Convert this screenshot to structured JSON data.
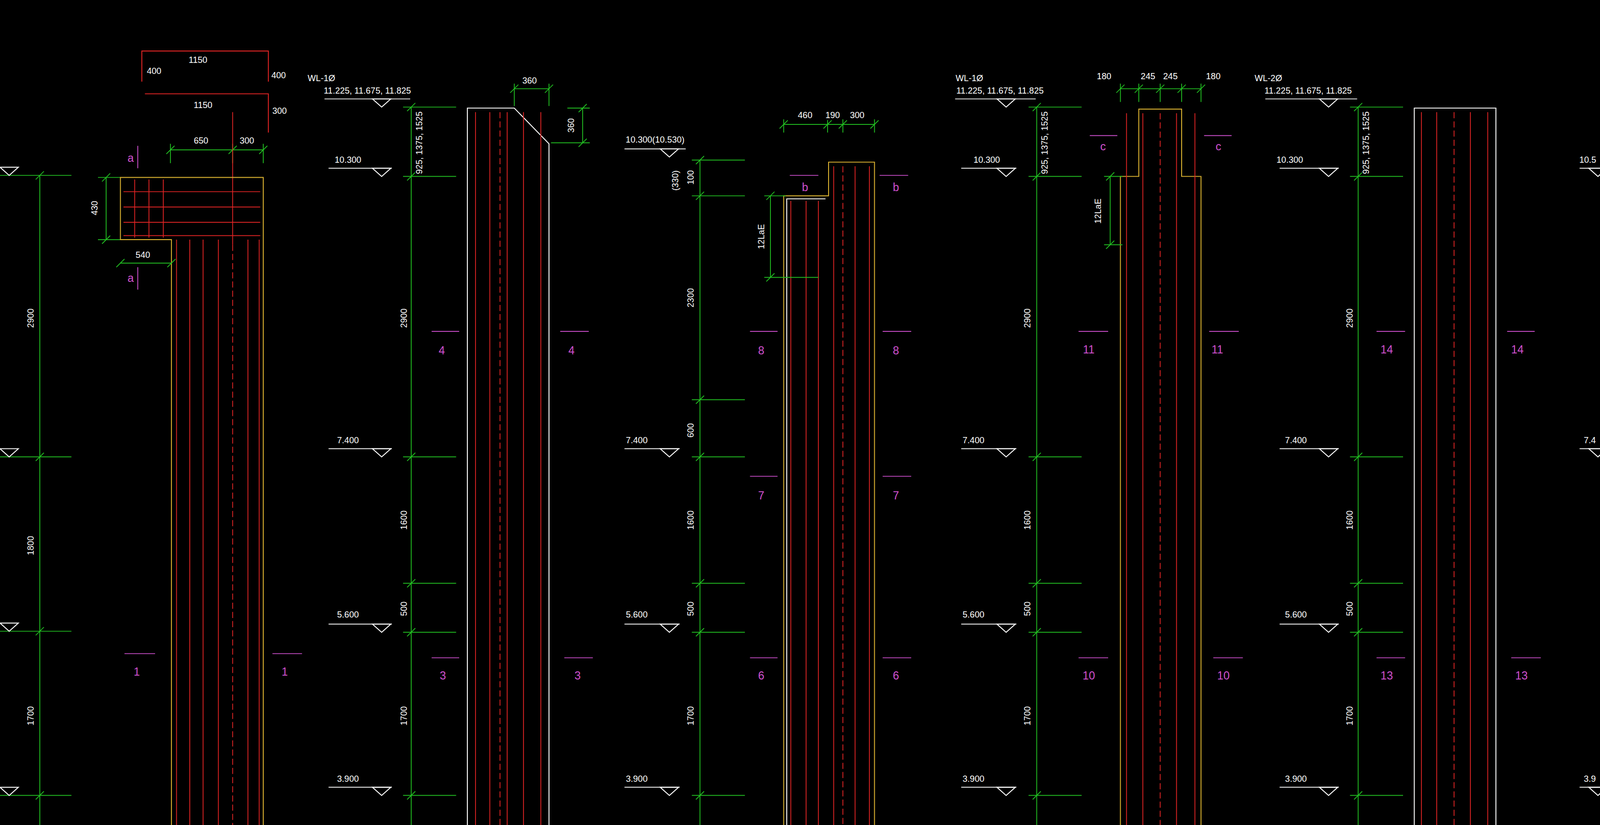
{
  "diagram": {
    "labels": [
      "1150",
      "400",
      "400",
      "1150",
      "300",
      "650",
      "300",
      "a",
      "430",
      "540",
      "a",
      "2900",
      "1800",
      "1700",
      "1",
      "1",
      "WL-1Ø",
      "11.225, 11.675, 11.825",
      "10.300",
      "925, 1375, 1525",
      "2900",
      "7.400",
      "1600",
      "5.600",
      "500",
      "1700",
      "3.900",
      "360",
      "360",
      "4",
      "4",
      "3",
      "3",
      "10.300(10.530)",
      "(330)",
      "100",
      "2300",
      "600",
      "7.400",
      "1600",
      "500",
      "5.600",
      "1700",
      "3.900",
      "460",
      "190",
      "300",
      "12LaE",
      "b",
      "b",
      "8",
      "8",
      "7",
      "7",
      "6",
      "6",
      "WL-1Ø",
      "11.225, 11.675, 11.825",
      "10.300",
      "925, 1375, 1525",
      "2900",
      "7.400",
      "1600",
      "5.600",
      "500",
      "1700",
      "3.900",
      "180",
      "245",
      "245",
      "180",
      "c",
      "c",
      "12LaE",
      "11",
      "11",
      "10",
      "10",
      "WL-2Ø",
      "11.225, 11.675, 11.825",
      "10.300",
      "925, 1375, 1525",
      "2900",
      "7.400",
      "1600",
      "5.600",
      "500",
      "1700",
      "3.900",
      "14",
      "14",
      "13",
      "13",
      "10.5",
      "7.4",
      "3.9"
    ]
  }
}
